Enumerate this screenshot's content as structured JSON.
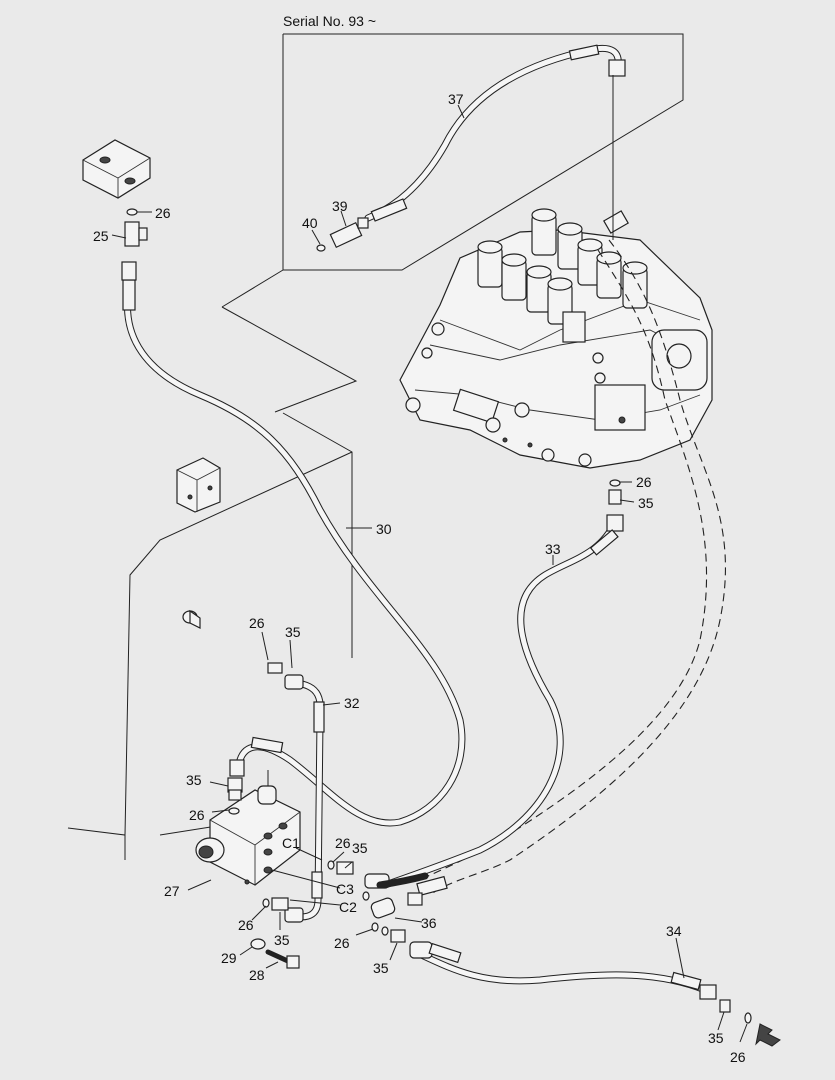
{
  "header": {
    "serial_note": "Serial No. 93 ~"
  },
  "callouts": {
    "c26": "26",
    "c25": "25",
    "c37": "37",
    "c39": "39",
    "c40": "40",
    "c30": "30",
    "c33": "33",
    "c35": "35",
    "c32": "32",
    "c27": "27",
    "c29": "29",
    "c28": "28",
    "c36": "36",
    "c34": "34",
    "C1": "C1",
    "C2": "C2",
    "C3": "C3"
  }
}
